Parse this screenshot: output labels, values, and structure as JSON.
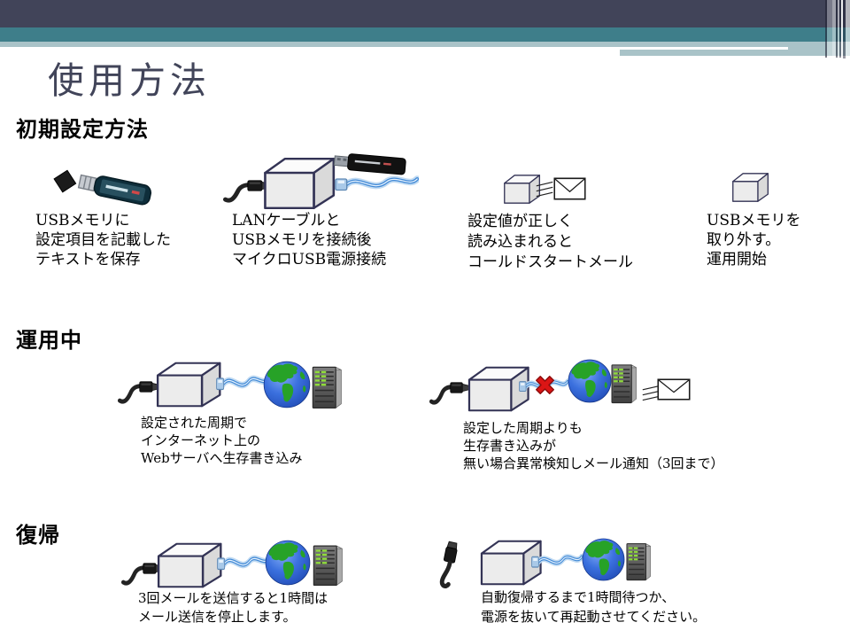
{
  "slide_title": "使用方法",
  "theme": {
    "background": "#FFFFFF",
    "bar_dark": "#414459",
    "bar_teal": "#3E7E8A",
    "bar_light": "#A9C3C8",
    "title_color": "#414459",
    "cube_outline": "#333355",
    "error_red": "#DB1515",
    "globe_blue": "#2E66D8",
    "land_green": "#27A227",
    "led_green": "#8FDC3A",
    "cable_blue": "#4189D6"
  },
  "sections": [
    {
      "heading": "初期設定方法",
      "items": [
        {
          "icons": [
            "usb-flash-drive-icon"
          ],
          "lines": [
            "USBメモリに",
            "設定項目を記載した",
            "テキストを保存"
          ]
        },
        {
          "icons": [
            "usb-power-cable-icon",
            "device-box-icon",
            "usb-flash-drive-icon",
            "lan-cable-icon"
          ],
          "lines": [
            "LANケーブルと",
            "USBメモリを接続後",
            "マイクロUSB電源接続"
          ]
        },
        {
          "icons": [
            "device-box-icon",
            "motion-lines-icon",
            "mail-envelope-icon"
          ],
          "lines": [
            "設定値が正しく",
            "読み込まれると",
            "コールドスタートメール"
          ]
        },
        {
          "icons": [
            "device-box-icon"
          ],
          "lines": [
            "USBメモリを",
            "取り外す。",
            "運用開始"
          ]
        }
      ]
    },
    {
      "heading": "運用中",
      "items": [
        {
          "icons": [
            "usb-power-cable-icon",
            "device-box-icon",
            "lan-cable-icon",
            "globe-icon",
            "server-icon"
          ],
          "lines": [
            "設定された周期で",
            "インターネット上の",
            "Webサーバへ生存書き込み"
          ]
        },
        {
          "icons": [
            "usb-power-cable-icon",
            "device-box-icon",
            "lan-cable-icon",
            "error-cross-icon",
            "globe-icon",
            "server-icon",
            "motion-lines-icon",
            "mail-envelope-icon"
          ],
          "lines": [
            "設定した周期よりも",
            "生存書き込みが",
            "無い場合異常検知しメール通知（3回まで）"
          ]
        }
      ]
    },
    {
      "heading": "復帰",
      "items": [
        {
          "icons": [
            "usb-power-cable-icon",
            "device-box-icon",
            "lan-cable-icon",
            "globe-icon",
            "server-icon"
          ],
          "lines": [
            "3回メールを送信すると1時間は",
            "メール送信を停止します。"
          ]
        },
        {
          "icons": [
            "unplugged-usb-cable-icon",
            "device-box-icon",
            "lan-cable-icon",
            "globe-icon",
            "server-icon"
          ],
          "lines": [
            "自動復帰するまで1時間待つか、",
            "電源を抜いて再起動させてください。"
          ]
        }
      ]
    }
  ]
}
